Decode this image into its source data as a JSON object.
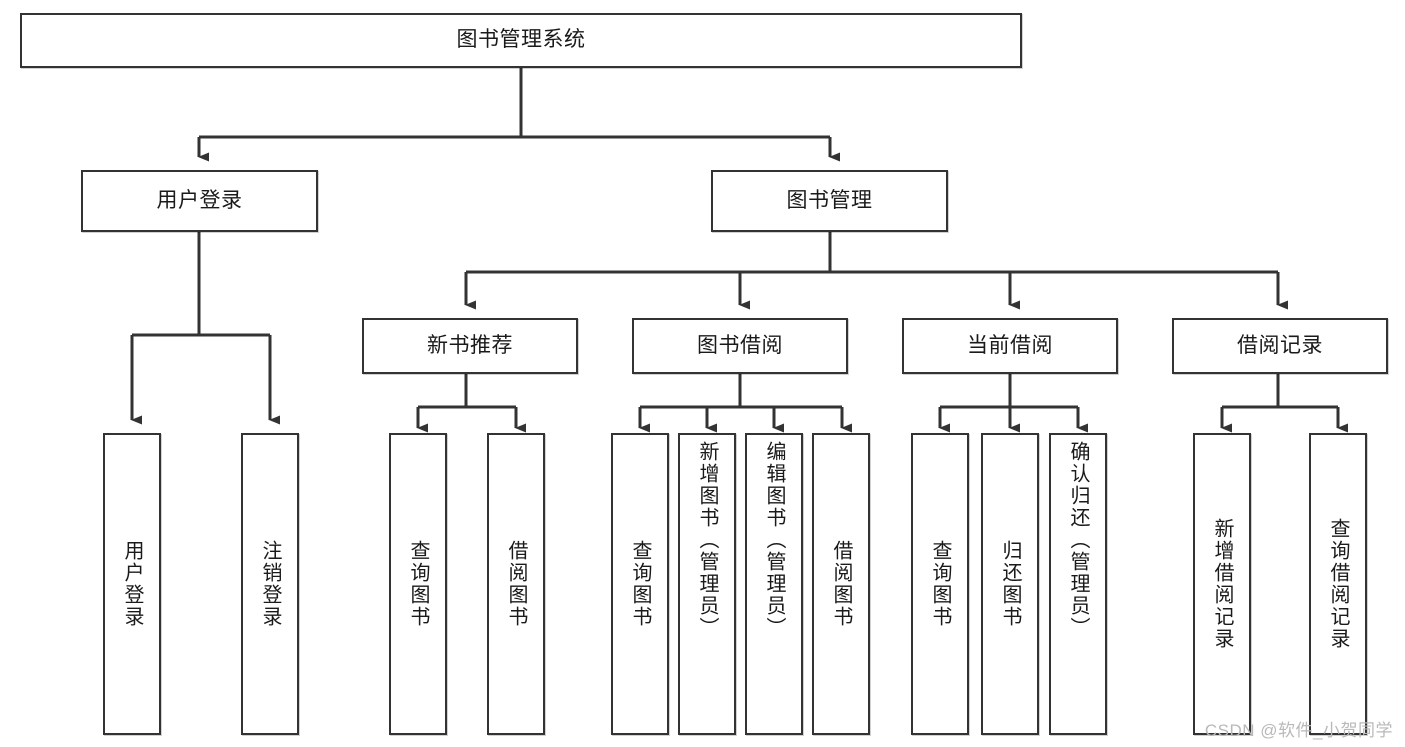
{
  "diagram": {
    "type": "tree-hierarchy",
    "title": "图书管理系统",
    "watermark": "CSDN @软件_小贺同学",
    "colors": {
      "box_border": "#333333",
      "box_fill": "#ffffff",
      "connector": "#333333",
      "text": "#1a1a1a",
      "watermark": "#b9b9b9"
    },
    "nodes": {
      "root": {
        "label": "图书管理系统",
        "level": 0,
        "orientation": "horizontal"
      },
      "user_login": {
        "label": "用户登录",
        "level": 1,
        "orientation": "horizontal"
      },
      "book_manage": {
        "label": "图书管理",
        "level": 1,
        "orientation": "horizontal"
      },
      "new_book_rec": {
        "label": "新书推荐",
        "level": 2,
        "orientation": "horizontal"
      },
      "book_borrow": {
        "label": "图书借阅",
        "level": 2,
        "orientation": "horizontal"
      },
      "current_borrow": {
        "label": "当前借阅",
        "level": 2,
        "orientation": "horizontal"
      },
      "borrow_record": {
        "label": "借阅记录",
        "level": 2,
        "orientation": "horizontal"
      },
      "leaf_user_login": {
        "label": "用户登录",
        "level": 3,
        "orientation": "vertical"
      },
      "leaf_logout": {
        "label": "注销登录",
        "level": 3,
        "orientation": "vertical"
      },
      "leaf_query_book_1": {
        "label": "查询图书",
        "level": 3,
        "orientation": "vertical"
      },
      "leaf_borrow_book_1": {
        "label": "借阅图书",
        "level": 3,
        "orientation": "vertical"
      },
      "leaf_query_book_2": {
        "label": "查询图书",
        "level": 3,
        "orientation": "vertical"
      },
      "leaf_add_book": {
        "label": "新增图书（管理员）",
        "level": 3,
        "orientation": "vertical"
      },
      "leaf_edit_book": {
        "label": "编辑图书（管理员）",
        "level": 3,
        "orientation": "vertical"
      },
      "leaf_borrow_book_2": {
        "label": "借阅图书",
        "level": 3,
        "orientation": "vertical"
      },
      "leaf_query_book_3": {
        "label": "查询图书",
        "level": 3,
        "orientation": "vertical"
      },
      "leaf_return_book": {
        "label": "归还图书",
        "level": 3,
        "orientation": "vertical"
      },
      "leaf_confirm_return": {
        "label": "确认归还（管理员）",
        "level": 3,
        "orientation": "vertical"
      },
      "leaf_add_record": {
        "label": "新增借阅记录",
        "level": 3,
        "orientation": "vertical"
      },
      "leaf_query_record": {
        "label": "查询借阅记录",
        "level": 3,
        "orientation": "vertical"
      }
    },
    "edges": [
      {
        "from": "root",
        "to": "user_login"
      },
      {
        "from": "root",
        "to": "book_manage"
      },
      {
        "from": "user_login",
        "to": "leaf_user_login"
      },
      {
        "from": "user_login",
        "to": "leaf_logout"
      },
      {
        "from": "book_manage",
        "to": "new_book_rec"
      },
      {
        "from": "book_manage",
        "to": "book_borrow"
      },
      {
        "from": "book_manage",
        "to": "current_borrow"
      },
      {
        "from": "book_manage",
        "to": "borrow_record"
      },
      {
        "from": "new_book_rec",
        "to": "leaf_query_book_1"
      },
      {
        "from": "new_book_rec",
        "to": "leaf_borrow_book_1"
      },
      {
        "from": "book_borrow",
        "to": "leaf_query_book_2"
      },
      {
        "from": "book_borrow",
        "to": "leaf_add_book"
      },
      {
        "from": "book_borrow",
        "to": "leaf_edit_book"
      },
      {
        "from": "book_borrow",
        "to": "leaf_borrow_book_2"
      },
      {
        "from": "current_borrow",
        "to": "leaf_query_book_3"
      },
      {
        "from": "current_borrow",
        "to": "leaf_return_book"
      },
      {
        "from": "current_borrow",
        "to": "leaf_confirm_return"
      },
      {
        "from": "borrow_record",
        "to": "leaf_add_record"
      },
      {
        "from": "borrow_record",
        "to": "leaf_query_record"
      }
    ]
  }
}
